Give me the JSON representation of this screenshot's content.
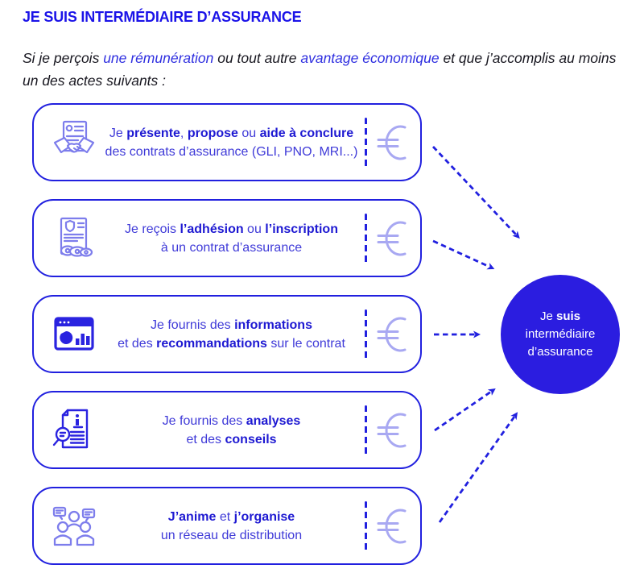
{
  "title": "JE SUIS INTERMÉDIAIRE D’ASSURANCE",
  "intro": {
    "segments": [
      {
        "t": "Si je perçois ",
        "c": false
      },
      {
        "t": "une rémunération",
        "c": true
      },
      {
        "t": " ou tout autre ",
        "c": false
      },
      {
        "t": "avantage économique",
        "c": true
      },
      {
        "t": " et que j’accomplis au moins un des actes suivants :",
        "c": false
      }
    ]
  },
  "boxes": [
    {
      "icon": "handshake-contract-icon",
      "lines": [
        [
          {
            "t": "Je ",
            "b": false
          },
          {
            "t": "présente",
            "b": true
          },
          {
            "t": ", ",
            "b": false
          },
          {
            "t": "propose",
            "b": true
          },
          {
            "t": " ou ",
            "b": false
          },
          {
            "t": "aide à conclure",
            "b": true
          }
        ],
        [
          {
            "t": "des contrats d’assurance (GLI, PNO, MRI...)",
            "b": false
          }
        ]
      ]
    },
    {
      "icon": "subscription-document-icon",
      "lines": [
        [
          {
            "t": "Je reçois ",
            "b": false
          },
          {
            "t": "l’adhésion",
            "b": true
          },
          {
            "t": " ou ",
            "b": false
          },
          {
            "t": "l’inscription",
            "b": true
          }
        ],
        [
          {
            "t": "à un contrat d’assurance",
            "b": false
          }
        ]
      ]
    },
    {
      "icon": "dashboard-charts-icon",
      "lines": [
        [
          {
            "t": "Je fournis des ",
            "b": false
          },
          {
            "t": "informations",
            "b": true
          }
        ],
        [
          {
            "t": "et des ",
            "b": false
          },
          {
            "t": "recommandations",
            "b": true
          },
          {
            "t": " sur le contrat",
            "b": false
          }
        ]
      ]
    },
    {
      "icon": "document-analysis-icon",
      "lines": [
        [
          {
            "t": "Je fournis des ",
            "b": false
          },
          {
            "t": "analyses",
            "b": true
          }
        ],
        [
          {
            "t": "et des ",
            "b": false
          },
          {
            "t": "conseils",
            "b": true
          }
        ]
      ]
    },
    {
      "icon": "network-people-icon",
      "lines": [
        [
          {
            "t": "J’anime",
            "b": true
          },
          {
            "t": " et ",
            "b": false
          },
          {
            "t": "j’organise",
            "b": true
          }
        ],
        [
          {
            "t": "un réseau de distribution",
            "b": false
          }
        ]
      ]
    }
  ],
  "circle": {
    "lines": [
      [
        {
          "t": "Je ",
          "b": false
        },
        {
          "t": "suis",
          "b": true
        }
      ],
      [
        {
          "t": "intermédiaire",
          "b": false
        }
      ],
      [
        {
          "t": "d’assurance",
          "b": false
        }
      ]
    ]
  },
  "colors": {
    "primary_blue": "#2120df",
    "title_blue": "#1b13e8",
    "text_blue": "#3f3ad8",
    "bold_text_blue": "#1e19d2",
    "euro_periwinkle": "#a8a8f2",
    "icon_periwinkle": "#7d7dec",
    "circle_fill": "#2b1de0",
    "intro_ink": "#17161f"
  }
}
